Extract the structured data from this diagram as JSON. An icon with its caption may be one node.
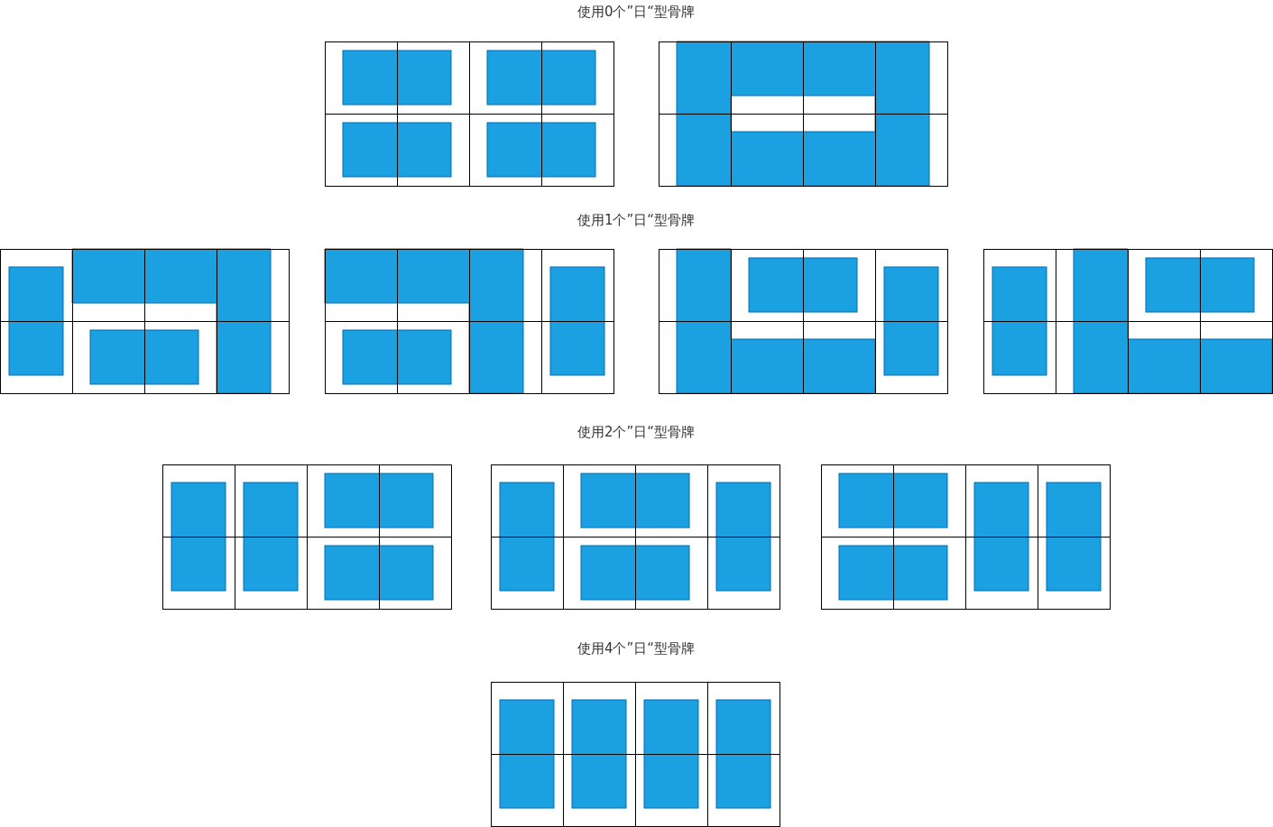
{
  "diagram": {
    "labels": [
      "使用0个”日“型骨牌",
      "使用1个”日“型骨牌",
      "使用2个”日“型骨牌",
      "使用4个”日“型骨牌"
    ]
  }
}
